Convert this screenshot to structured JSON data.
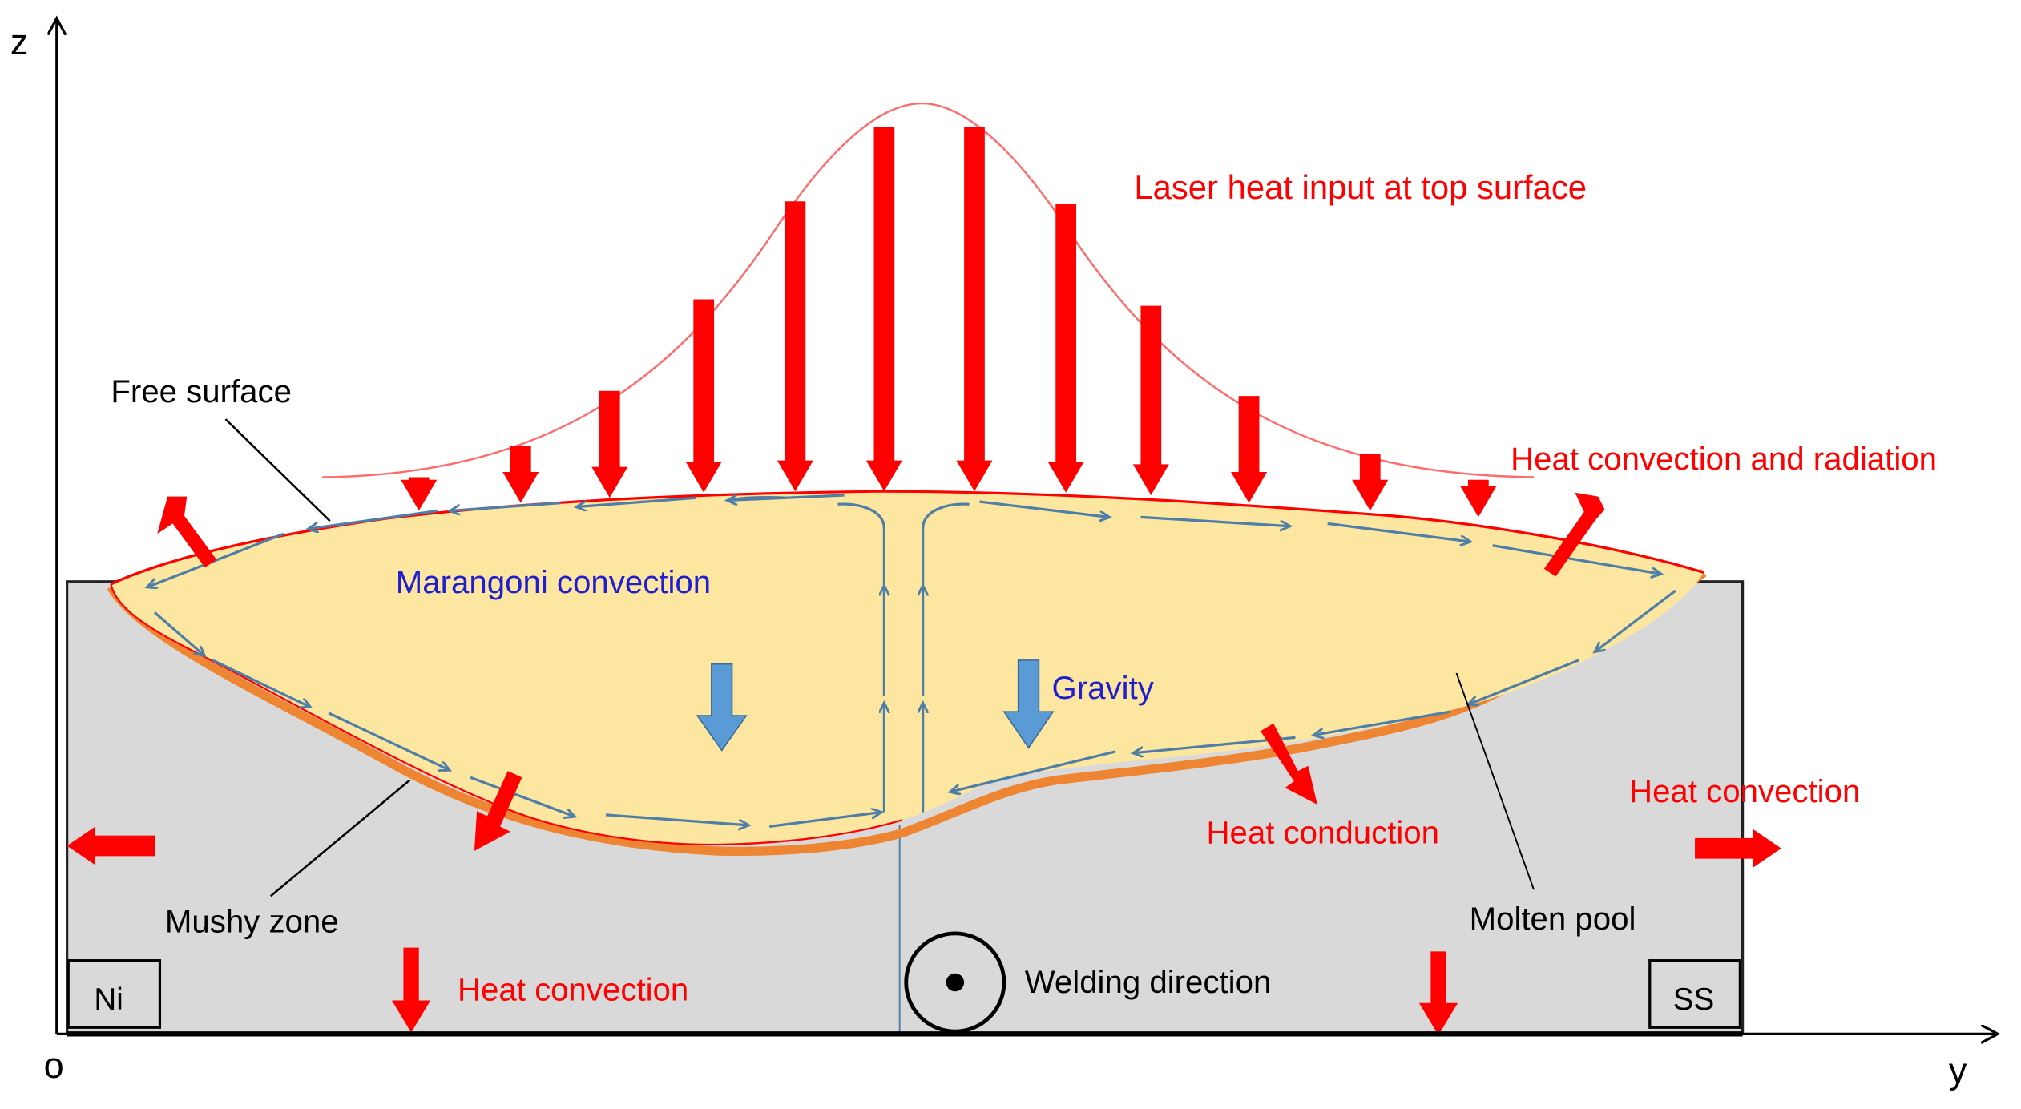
{
  "axes": {
    "z": "z",
    "origin": "o",
    "y": "y"
  },
  "labels": {
    "laser": "Laser heat input at top surface",
    "free_surface": "Free surface",
    "convection_radiation": "Heat convection and radiation",
    "marangoni": "Marangoni convection",
    "gravity": "Gravity",
    "heat_convection_right": "Heat convection",
    "heat_conduction": "Heat conduction",
    "molten_pool": "Molten pool",
    "mushy_zone": "Mushy zone",
    "heat_convection_bottom": "Heat convection",
    "welding_direction": "Welding direction",
    "ni": "Ni",
    "ss": "SS"
  },
  "colors": {
    "heat": "#ff0000",
    "flow": "#4f7fa6",
    "gravity": "#5b9bd5",
    "pool": "#fde6a0",
    "mushy": "#ee8533",
    "plate": "#d9d9d9",
    "label_blue": "#1f1fd0"
  }
}
